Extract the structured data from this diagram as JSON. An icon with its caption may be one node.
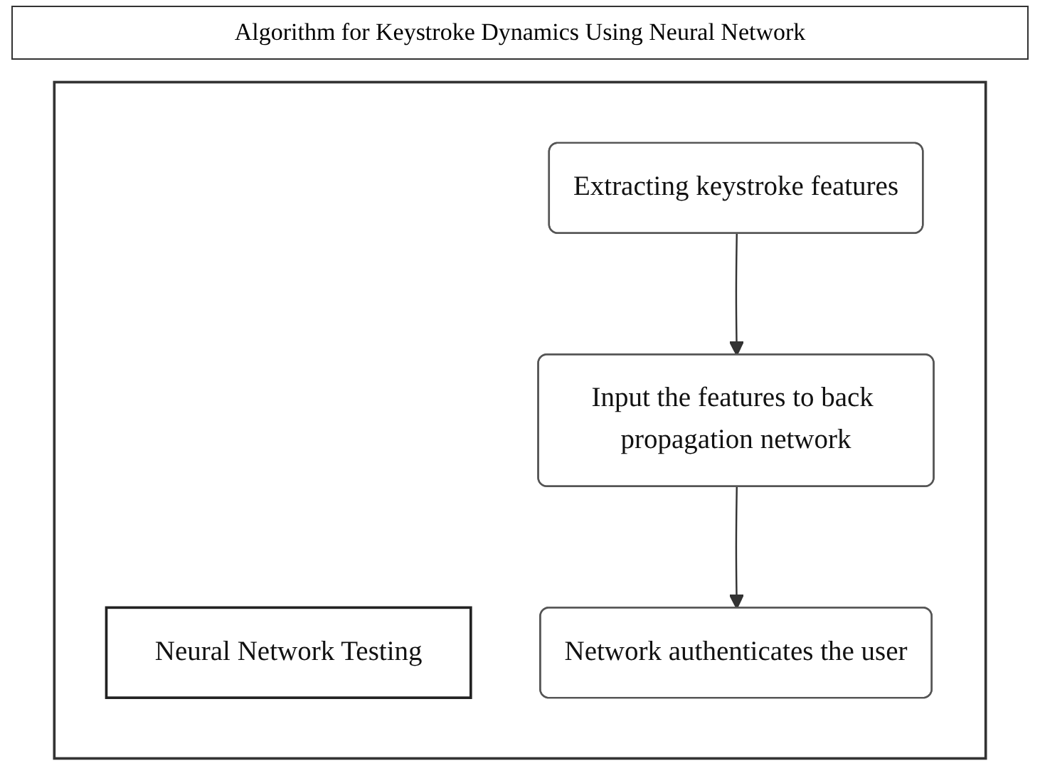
{
  "diagram": {
    "title": "Algorithm for Keystroke Dynamics Using Neural Network",
    "nodes": [
      {
        "text": [],
        "shape": "box"
      },
      {
        "text": [
          "Neural Network Testing"
        ],
        "in": 0
      },
      {
        "text": [
          "Extracting keystroke features"
        ],
        "in": 0
      },
      {
        "text": [
          "Input the features to back propagation network"
        ],
        "in": 0
      },
      {
        "text": [
          "Network authenticates the user"
        ],
        "in": 0
      }
    ],
    "edges": [
      {
        "from": 2,
        "to": 3,
        "arrow": "to"
      },
      {
        "from": 3,
        "to": 4,
        "arrow": "to"
      }
    ]
  }
}
